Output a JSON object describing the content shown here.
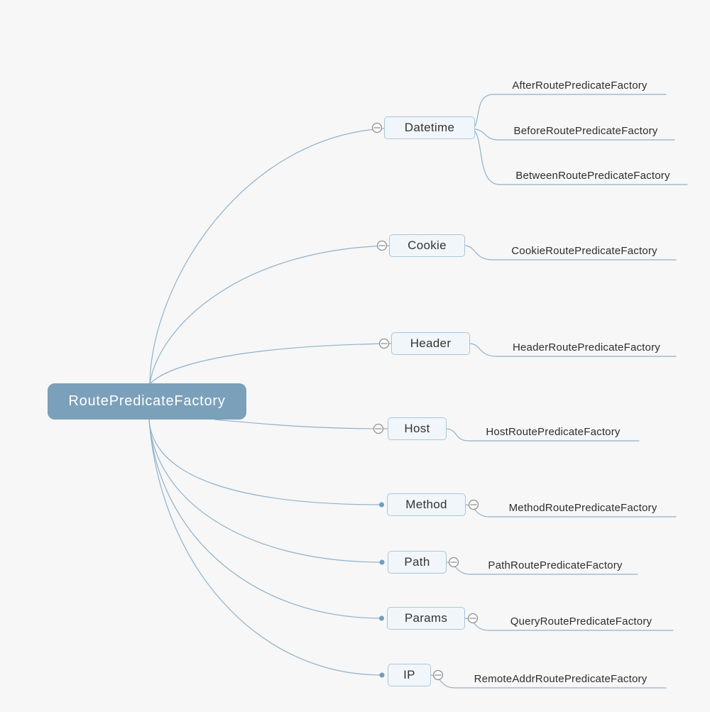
{
  "root": {
    "label": "RoutePredicateFactory"
  },
  "branches": [
    {
      "label": "Datetime",
      "collapse_icon": "minus-circle-icon",
      "leaves": [
        "AfterRoutePredicateFactory",
        "BeforeRoutePredicateFactory",
        "BetweenRoutePredicateFactory"
      ]
    },
    {
      "label": "Cookie",
      "collapse_icon": "minus-circle-icon",
      "leaves": [
        "CookieRoutePredicateFactory"
      ]
    },
    {
      "label": "Header",
      "collapse_icon": "minus-circle-icon",
      "leaves": [
        "HeaderRoutePredicateFactory"
      ]
    },
    {
      "label": "Host",
      "collapse_icon": "minus-circle-icon",
      "leaves": [
        "HostRoutePredicateFactory"
      ]
    },
    {
      "label": "Method",
      "collapse_icon": "minus-circle-icon",
      "anchor": "dot",
      "leaves": [
        "MethodRoutePredicateFactory"
      ]
    },
    {
      "label": "Path",
      "collapse_icon": "minus-circle-icon",
      "anchor": "dot",
      "leaves": [
        "PathRoutePredicateFactory"
      ]
    },
    {
      "label": "Params",
      "collapse_icon": "minus-circle-icon",
      "anchor": "dot",
      "leaves": [
        "QueryRoutePredicateFactory"
      ]
    },
    {
      "label": "IP",
      "collapse_icon": "minus-circle-icon",
      "anchor": "dot",
      "leaves": [
        "RemoteAddrRoutePredicateFactory"
      ]
    }
  ],
  "colors": {
    "background": "#f7f7f7",
    "root_fill": "#7ba0ba",
    "root_text": "#ffffff",
    "topic_fill": "#f1f6fa",
    "topic_border": "#a9c7db",
    "topic_text": "#333333",
    "edge": "#8fb1ca",
    "anchor_dot": "#6f9dbe",
    "collapse_icon": "#8f8f8f"
  }
}
